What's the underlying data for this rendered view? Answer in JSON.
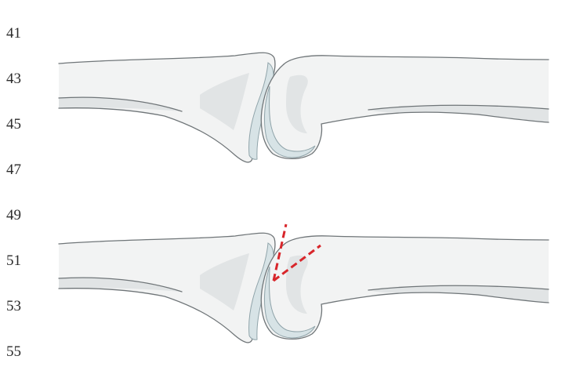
{
  "line_numbers": [
    "41",
    "43",
    "45",
    "47",
    "49",
    "51",
    "53",
    "55"
  ],
  "colors": {
    "bone_fill": "#f2f3f3",
    "bone_shade": "#dfe2e3",
    "bone_outline": "#6f7578",
    "cartilage_fill": "#d7e3e6",
    "cartilage_outline": "#8fa3a9",
    "marker_red": "#d8262b"
  },
  "figure": {
    "panels": [
      "normal-joint",
      "joint-with-angle-lines"
    ]
  }
}
